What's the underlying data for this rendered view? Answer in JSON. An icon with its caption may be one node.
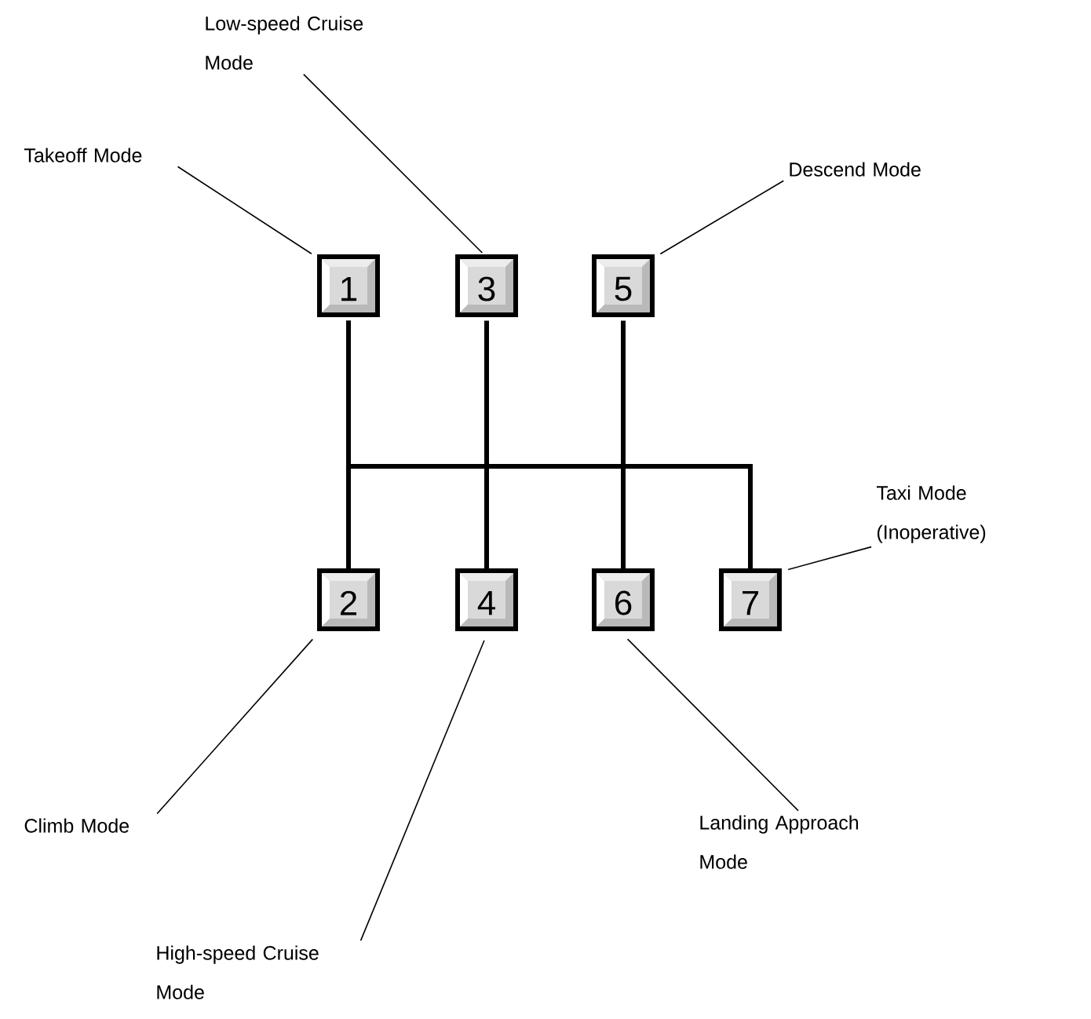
{
  "diagram": {
    "nodes": [
      {
        "text": [
          "Low-speed Cruise Mode"
        ]
      },
      {
        "text": [
          "Takeoff Mode"
        ]
      },
      {
        "text": [
          "Descend Mode"
        ]
      },
      {
        "text": [
          "1"
        ]
      },
      {
        "text": [
          "3"
        ]
      },
      {
        "text": [
          "5"
        ]
      },
      {
        "text": [
          "Taxi Mode (Inoperative)"
        ]
      },
      {
        "text": [
          "2"
        ]
      },
      {
        "text": [
          "4"
        ]
      },
      {
        "text": [
          "6"
        ]
      },
      {
        "text": [
          "7"
        ]
      },
      {
        "text": [
          "Climb Mode"
        ]
      },
      {
        "text": [
          "Landing Approach Mode"
        ]
      },
      {
        "text": [
          "High-speed Cruise Mode"
        ]
      }
    ],
    "edges": [
      {
        "from": 3,
        "to": 7,
        "arrow": "none",
        "style": "thick"
      },
      {
        "from": 4,
        "to": 8,
        "arrow": "none",
        "style": "thick"
      },
      {
        "from": 5,
        "to": 9,
        "arrow": "none",
        "style": "thick"
      },
      {
        "from": 3,
        "to": 10,
        "arrow": "none",
        "style": "thick"
      },
      {
        "from": 1,
        "to": 3,
        "arrow": "none"
      },
      {
        "from": 0,
        "to": 4,
        "arrow": "none"
      },
      {
        "from": 2,
        "to": 5,
        "arrow": "none"
      },
      {
        "from": 6,
        "to": 10,
        "arrow": "none"
      },
      {
        "from": 11,
        "to": 7,
        "arrow": "none"
      },
      {
        "from": 13,
        "to": 8,
        "arrow": "none"
      },
      {
        "from": 12,
        "to": 9,
        "arrow": "none"
      }
    ]
  }
}
